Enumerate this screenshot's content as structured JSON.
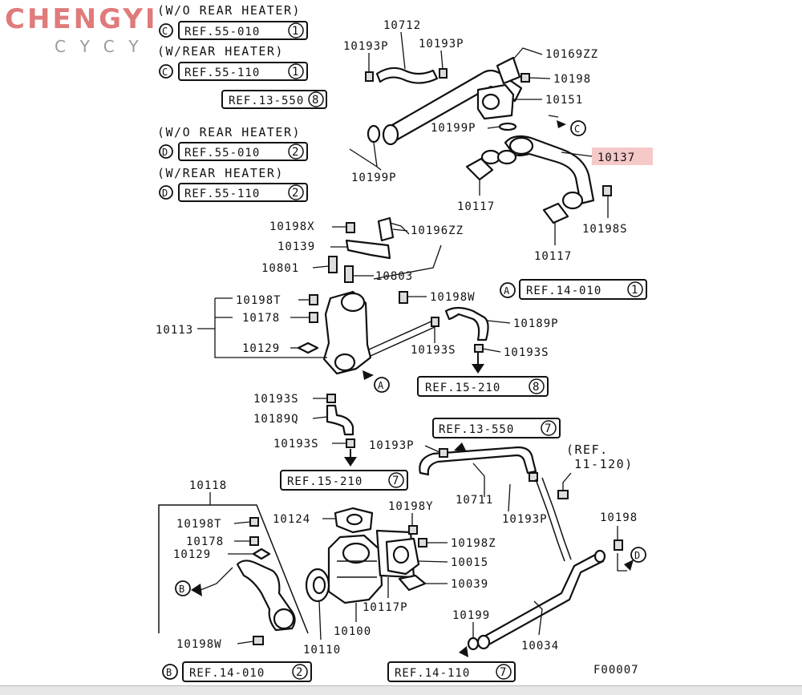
{
  "brand": {
    "name": "CHENGYI",
    "sub": "CYCY",
    "color": "#e07b7b"
  },
  "highlight_color": "#f6c9c9",
  "figure_code": "F00007",
  "notes": {
    "wo_rear_1": "(W/O REAR HEATER)",
    "w_rear_1": "(W/REAR HEATER)",
    "wo_rear_2": "(W/O REAR HEATER)",
    "w_rear_2": "(W/REAR HEATER)",
    "ref_11_120_a": "(REF.",
    "ref_11_120_b": "11-120)"
  },
  "markers": {
    "A": "A",
    "B": "B",
    "C": "C",
    "D": "D"
  },
  "refs": {
    "c_wo": {
      "text": "REF.55-010",
      "num": "1"
    },
    "c_w": {
      "text": "REF.55-110",
      "num": "1"
    },
    "r13_550_top": {
      "text": "REF.13-550",
      "num": "8"
    },
    "d_wo": {
      "text": "REF.55-010",
      "num": "2"
    },
    "d_w": {
      "text": "REF.55-110",
      "num": "2"
    },
    "r14_010_1": {
      "text": "REF.14-010",
      "num": "1"
    },
    "r15_210_8": {
      "text": "REF.15-210",
      "num": "8"
    },
    "r13_550_7": {
      "text": "REF.13-550",
      "num": "7"
    },
    "r15_210_7": {
      "text": "REF.15-210",
      "num": "7"
    },
    "r14_010_2": {
      "text": "REF.14-010",
      "num": "2"
    },
    "r14_110_7": {
      "text": "REF.14-110",
      "num": "7"
    }
  },
  "labels": {
    "p10712": "10712",
    "p10193P_a": "10193P",
    "p10193P_b": "10193P",
    "p10169ZZ": "10169ZZ",
    "p10198_top": "10198",
    "p10151": "10151",
    "p10199P_r": "10199P",
    "p10137": "10137",
    "p10199P_l": "10199P",
    "p10117_a": "10117",
    "p10198S": "10198S",
    "p10117_b": "10117",
    "p10198X": "10198X",
    "p10196ZZ": "10196ZZ",
    "p10139": "10139",
    "p10801": "10801",
    "p10803": "10803",
    "p10198T": "10198T",
    "p10198W_top": "10198W",
    "p10113": "10113",
    "p10178": "10178",
    "p10189P": "10189P",
    "p10129": "10129",
    "p10193S_a": "10193S",
    "p10193S_b": "10193S",
    "p10193S_c": "10193S",
    "p10189Q": "10189Q",
    "p10193S_d": "10193S",
    "p10193P_c": "10193P",
    "p10711": "10711",
    "p10193P_d": "10193P",
    "p10118": "10118",
    "p10198T_b": "10198T",
    "p10178_b": "10178",
    "p10129_b": "10129",
    "p10124": "10124",
    "p10198Y": "10198Y",
    "p10198Z": "10198Z",
    "p10015": "10015",
    "p10039": "10039",
    "p10117P": "10117P",
    "p10100": "10100",
    "p10110": "10110",
    "p10198W_b": "10198W",
    "p10198_b": "10198",
    "p10199": "10199",
    "p10034": "10034"
  }
}
